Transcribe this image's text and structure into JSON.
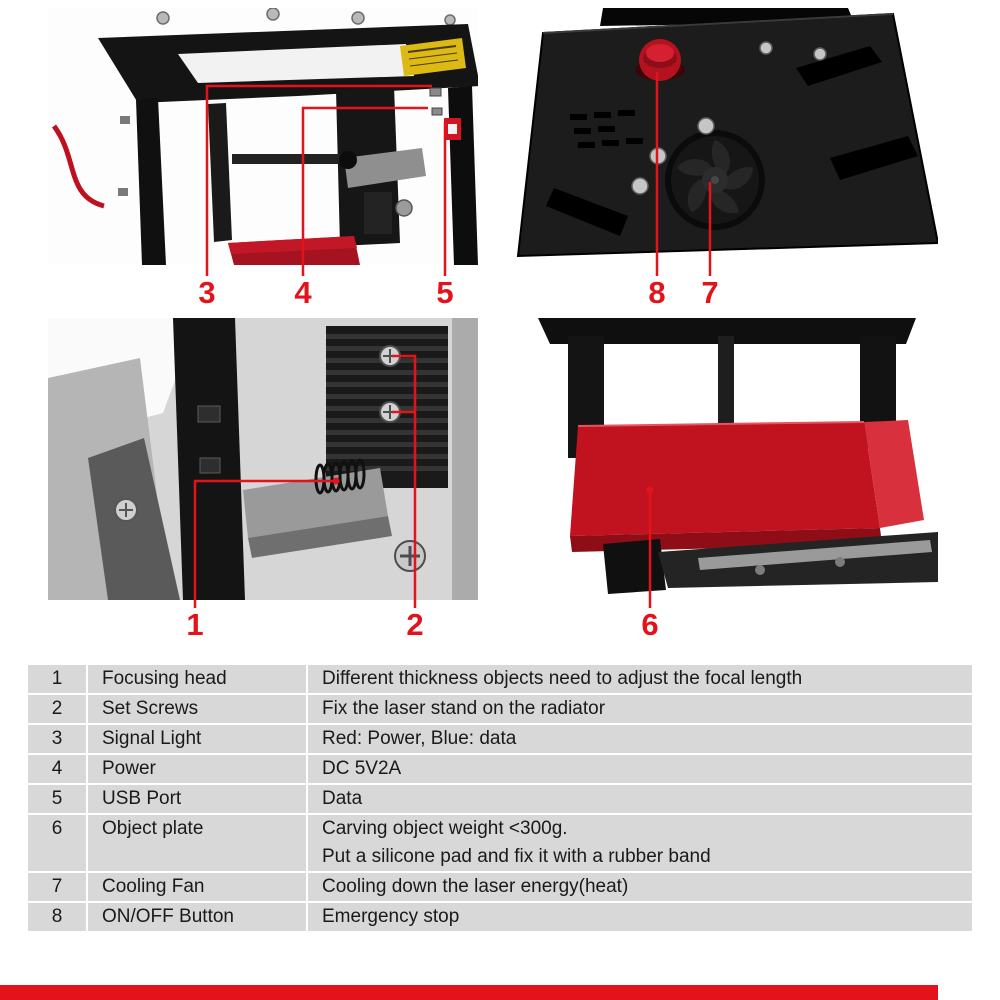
{
  "colors": {
    "accent": "#e2131b",
    "table_row": "#d8d8d8",
    "plate_red": "#c0121f"
  },
  "callouts": {
    "top_left": [
      "3",
      "4",
      "5"
    ],
    "top_right": [
      "8",
      "7"
    ],
    "mid_left": [
      "1",
      "2"
    ],
    "mid_right": [
      "6"
    ]
  },
  "table": {
    "rows": [
      {
        "num": "1",
        "name": "Focusing head",
        "desc": "Different thickness objects need to adjust the focal length"
      },
      {
        "num": "2",
        "name": "Set Screws",
        "desc": "Fix the laser stand on the radiator"
      },
      {
        "num": "3",
        "name": "Signal Light",
        "desc": "Red: Power, Blue: data"
      },
      {
        "num": "4",
        "name": "Power",
        "desc": "DC 5V2A"
      },
      {
        "num": "5",
        "name": "USB Port",
        "desc": "Data"
      },
      {
        "num": "6",
        "name": "Object plate",
        "desc": "Carving object weight <300g.",
        "desc2": "Put a silicone pad and fix it with a rubber band"
      },
      {
        "num": "7",
        "name": "Cooling Fan",
        "desc": "Cooling down the laser energy(heat)"
      },
      {
        "num": "8",
        "name": "ON/OFF Button",
        "desc": "Emergency stop"
      }
    ]
  }
}
